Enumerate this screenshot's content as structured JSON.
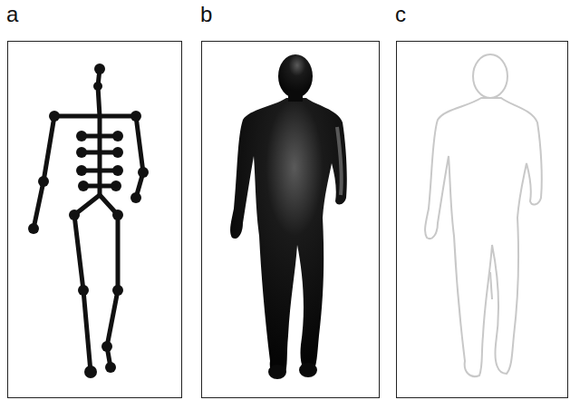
{
  "diagram": {
    "nodes": [
      {
        "text": [
          "a"
        ]
      },
      {
        "text": [
          "b"
        ]
      },
      {
        "text": [
          "c"
        ]
      }
    ]
  }
}
